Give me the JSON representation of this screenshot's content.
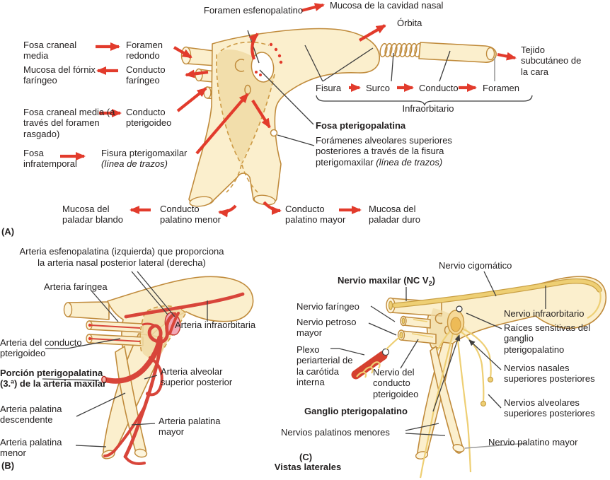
{
  "colors": {
    "bone": "#fbefcd",
    "bone_outline": "#c08b3c",
    "fossa": "#f0dba4",
    "dash": "#cd9a44",
    "arrow_red": "#e23b2c",
    "artery": "#d8453a",
    "artery_pink": "#f2a9b6",
    "nerve": "#eecf74",
    "nerve_outline": "#c9a045",
    "leader": "#3f3f3f",
    "text": "#221f1f"
  },
  "panelA": {
    "mucosa_cavidad_nasal": "Mucosa de la cavidad nasal",
    "foramen_esfenopalatino": "Foramen esfenopalatino",
    "orbita": "Órbita",
    "tejido_subcutaneo": "Tejido subcutáneo de la cara",
    "fosa_craneal_media": "Fosa craneal media",
    "foramen_redondo": "Foramen redondo",
    "mucosa_fornix": "Mucosa del fórnix faríngeo",
    "conducto_faringeo": "Conducto faríngeo",
    "fosa_craneal_media_rasgado": "Fosa craneal media (a través del foramen rasgado)",
    "conducto_pterigoideo": "Conducto pterigoideo",
    "fosa_infratemporal": "Fosa infratemporal",
    "fisura_pterigomaxilar": {
      "text": "Fisura pterigomaxilar",
      "note": "(línea de trazos)"
    },
    "chain": {
      "fisura": "Fisura",
      "surco": "Surco",
      "conducto": "Conducto",
      "foramen": "Foramen",
      "infraorbitario": "Infraorbitario"
    },
    "fosa_pterigopalatina": "Fosa pterigopalatina",
    "foramenes_alveolares": {
      "text": "Forámenes alveolares superiores posteriores a través de la fisura pterigomaxilar",
      "note": "(línea de trazos)"
    },
    "mucosa_paladar_blando": "Mucosa del paladar blando",
    "conducto_palatino_menor": "Conducto palatino menor",
    "conducto_palatino_mayor": "Conducto palatino mayor",
    "mucosa_paladar_duro": "Mucosa del paladar duro",
    "tag": "(A)"
  },
  "panelB": {
    "title_line1": "Arteria esfenopalatina (izquierda) que proporciona",
    "title_line2": "la arteria nasal posterior lateral (derecha)",
    "arteria_faringea": "Arteria faríngea",
    "arteria_infraorbitaria": "Arteria infraorbitaria",
    "arteria_conducto_pterigoideo": "Arteria del conducto pterigoideo",
    "porcion_pterigopalatina": "Porción pterigopalatina (3.ª) de la arteria maxilar",
    "arteria_palatina_descendente": "Arteria palatina descendente",
    "arteria_palatina_menor": "Arteria palatina menor",
    "arteria_alveolar": "Arteria alveolar superior posterior",
    "arteria_palatina_mayor": "Arteria palatina mayor",
    "tag": "(B)"
  },
  "panelC": {
    "nervio_cigomatico": "Nervio cigomático",
    "nervio_maxilar": {
      "pre": "Nervio maxilar (NC V",
      "sub": "2",
      "post": ")"
    },
    "nervio_faringeo": "Nervio faríngeo",
    "nervio_petroso_mayor": "Nervio petroso mayor",
    "plexo_periarterial": "Plexo periarterial de la carótida interna",
    "nervio_conducto_pterigoideo": "Nervio del conducto pterigoideo",
    "ganglio_pterigopalatino": "Ganglio pterigopalatino",
    "nervios_palatinos_menores": "Nervios palatinos menores",
    "nervio_infraorbitario": "Nervio infraorbitario",
    "raices_sensitivas": "Raíces sensitivas del ganglio pterigopalatino",
    "nervios_nasales": "Nervios nasales superiores posteriores",
    "nervios_alveolares": "Nervios alveolares superiores posteriores",
    "nervio_palatino_mayor": "Nervio palatino mayor",
    "tag": "(C)"
  },
  "caption": "Vistas laterales"
}
